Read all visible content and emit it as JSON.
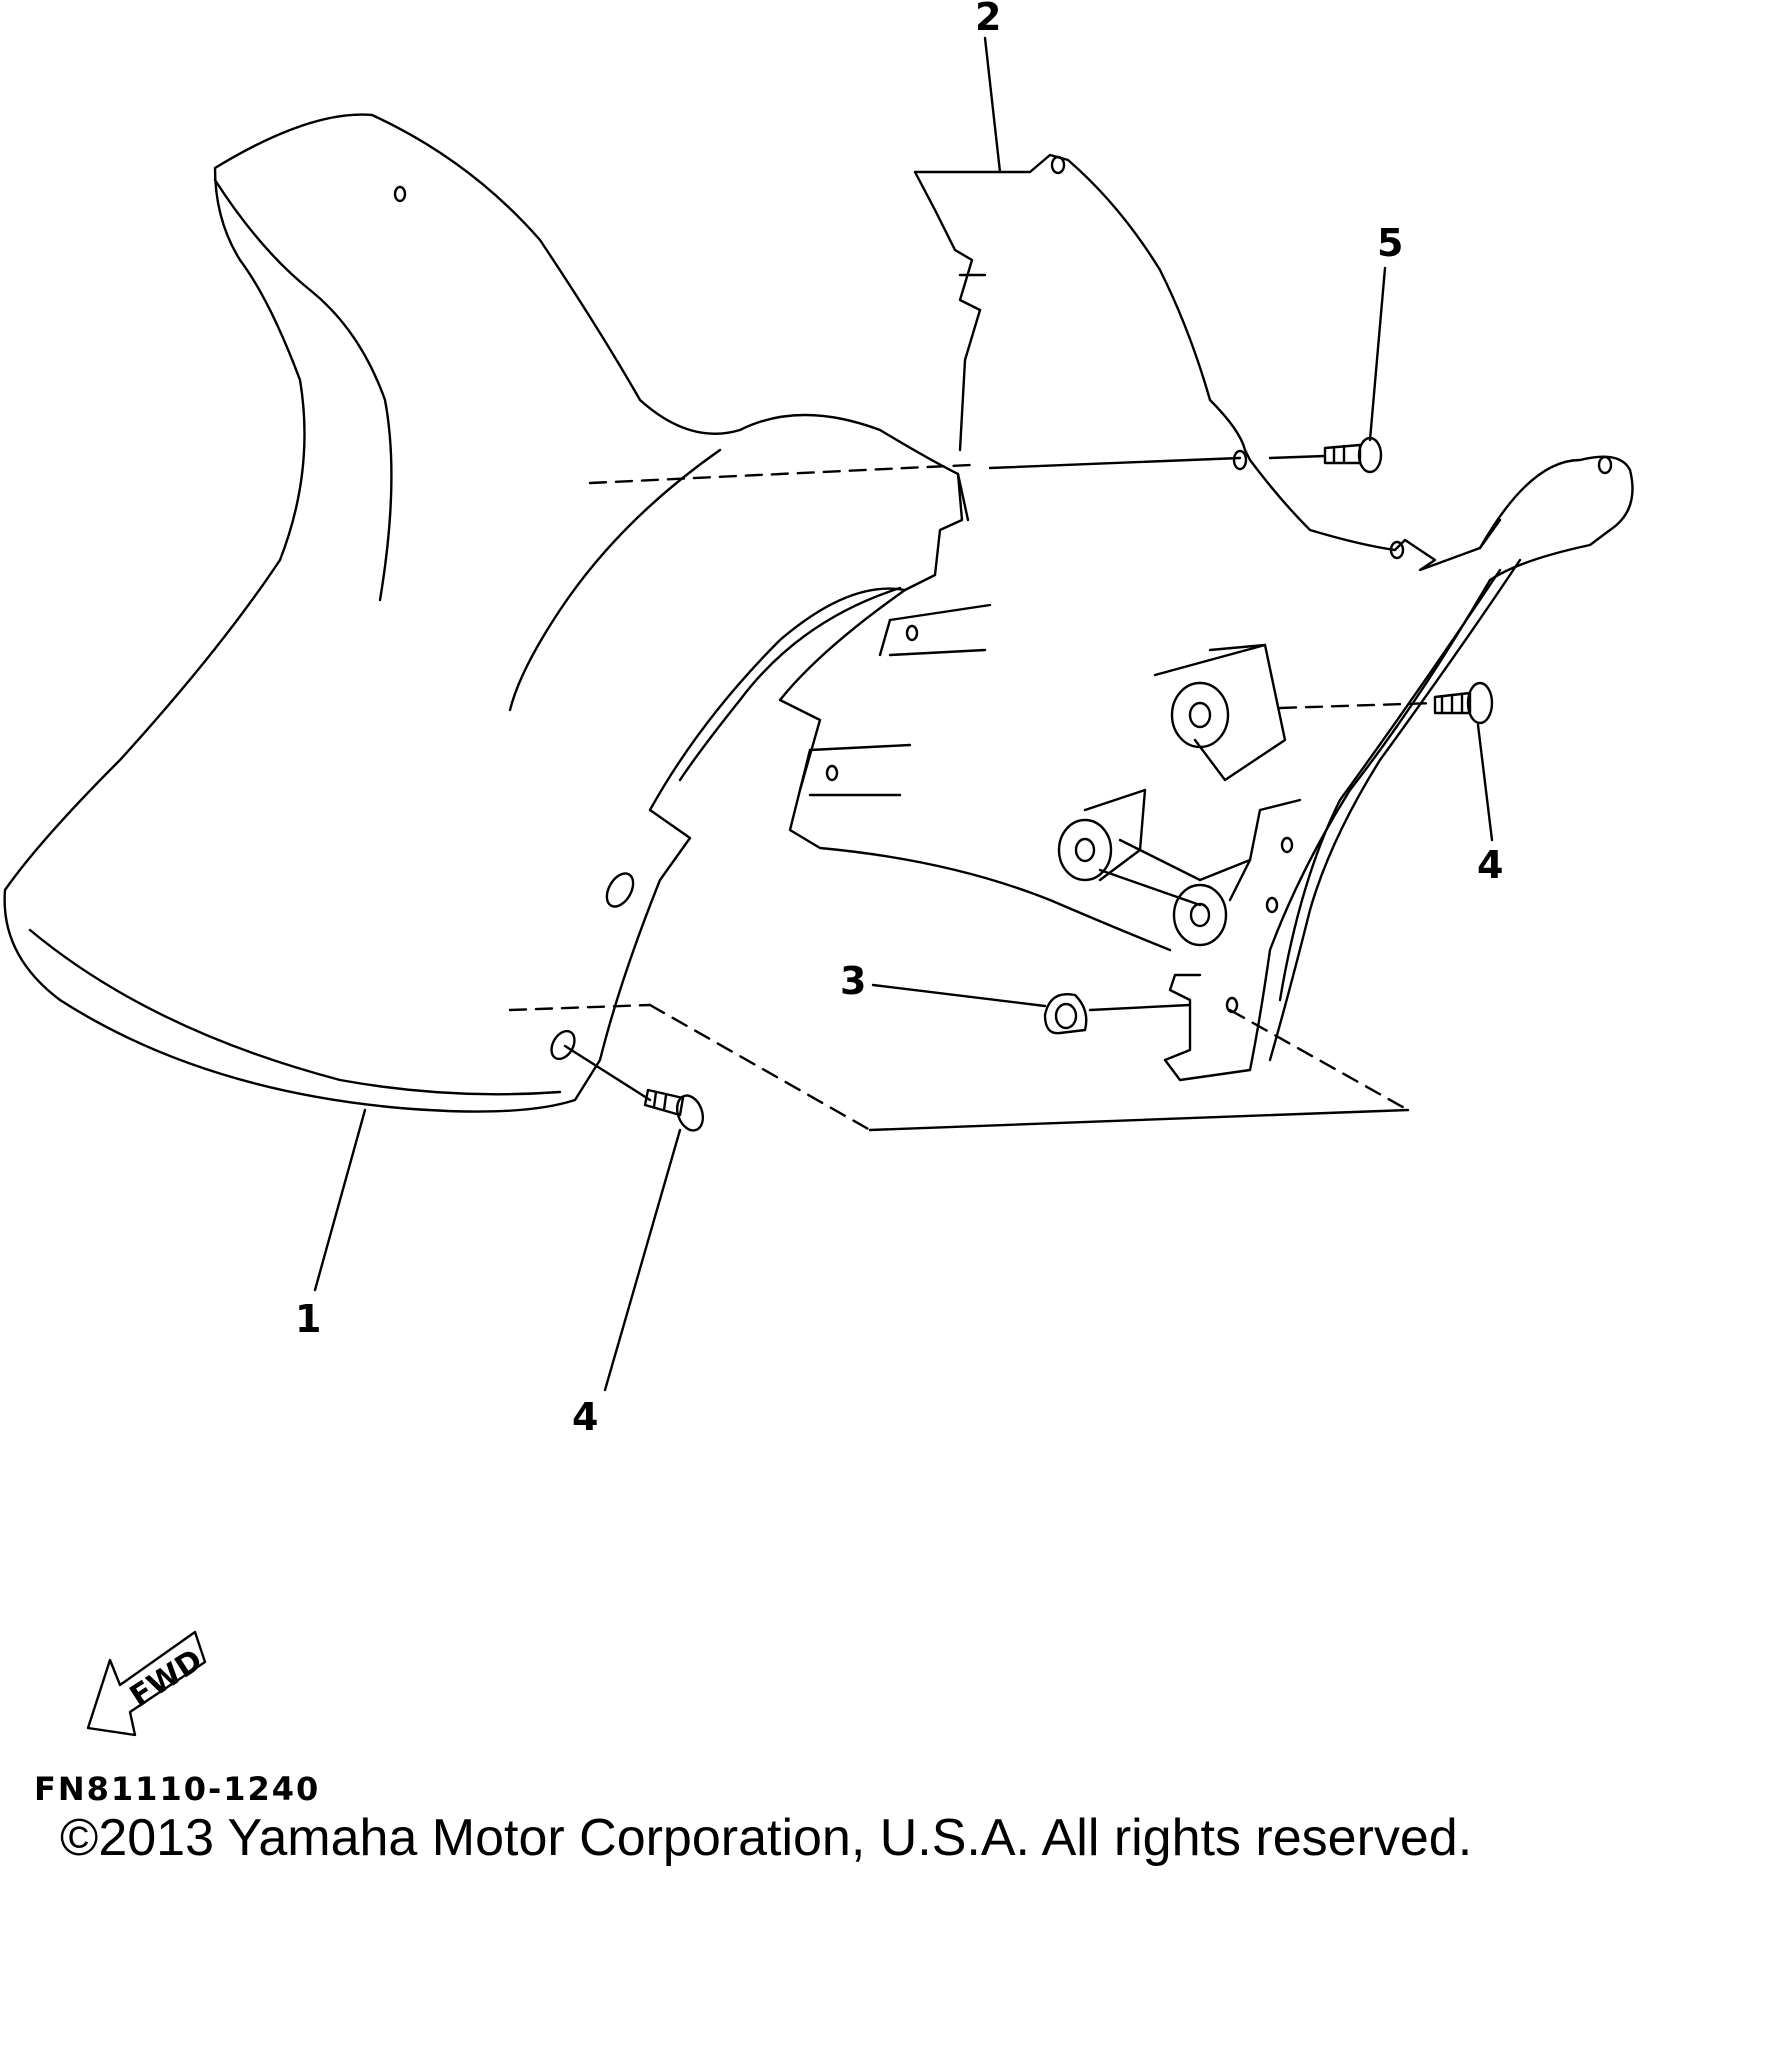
{
  "callouts": {
    "part_1": "1",
    "part_2": "2",
    "part_3": "3",
    "part_4_right": "4",
    "part_4_bottom": "4",
    "part_5": "5"
  },
  "fwd_arrow": {
    "label": "FWD"
  },
  "footer": {
    "drawing_code": "FN81110-1240",
    "copyright": "©2013 Yamaha Motor Corporation, U.S.A. All rights reserved."
  },
  "colors": {
    "line": "#000000",
    "background": "#ffffff"
  }
}
